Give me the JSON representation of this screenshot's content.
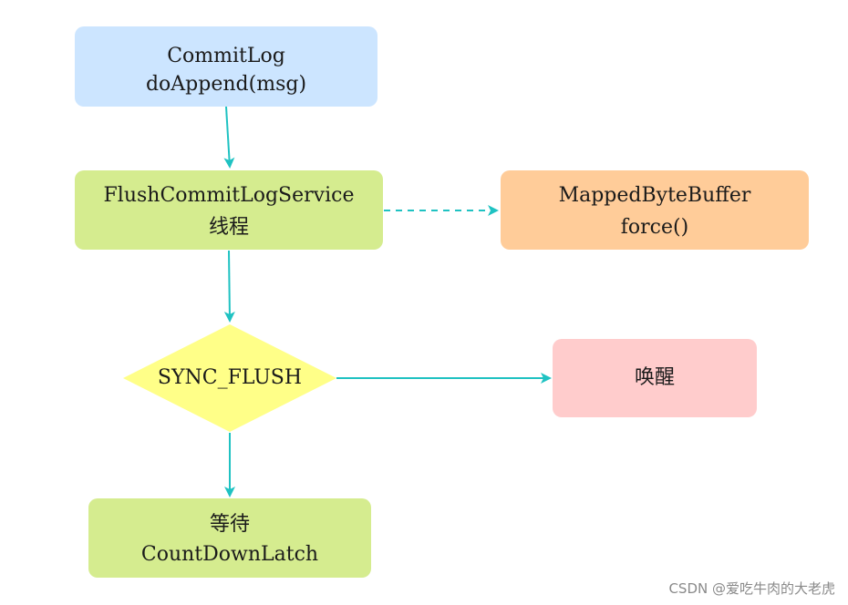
{
  "diagram": {
    "nodes": {
      "commitlog": {
        "line1": "CommitLog",
        "line2": "doAppend(msg)",
        "color": "#cce5ff"
      },
      "flush_service": {
        "line1": "FlushCommitLogService",
        "line2": "线程",
        "color": "#d5ec8f"
      },
      "mapped_buffer": {
        "line1": "MappedByteBuffer",
        "line2": "force()",
        "color": "#ffcc99"
      },
      "sync_flush": {
        "label": "SYNC_FLUSH",
        "color": "#ffff88"
      },
      "wakeup": {
        "label": "唤醒",
        "color": "#ffcccc"
      },
      "wait_latch": {
        "line1": "等待",
        "line2": "CountDownLatch",
        "color": "#d5ec8f"
      }
    },
    "edges": [
      {
        "from": "commitlog",
        "to": "flush_service",
        "style": "solid"
      },
      {
        "from": "flush_service",
        "to": "mapped_buffer",
        "style": "dashed"
      },
      {
        "from": "flush_service",
        "to": "sync_flush",
        "style": "solid"
      },
      {
        "from": "sync_flush",
        "to": "wakeup",
        "style": "solid"
      },
      {
        "from": "sync_flush",
        "to": "wait_latch",
        "style": "solid"
      }
    ],
    "edge_color": "#1fc2c2"
  },
  "watermark": "CSDN @爱吃牛肉的大老虎"
}
